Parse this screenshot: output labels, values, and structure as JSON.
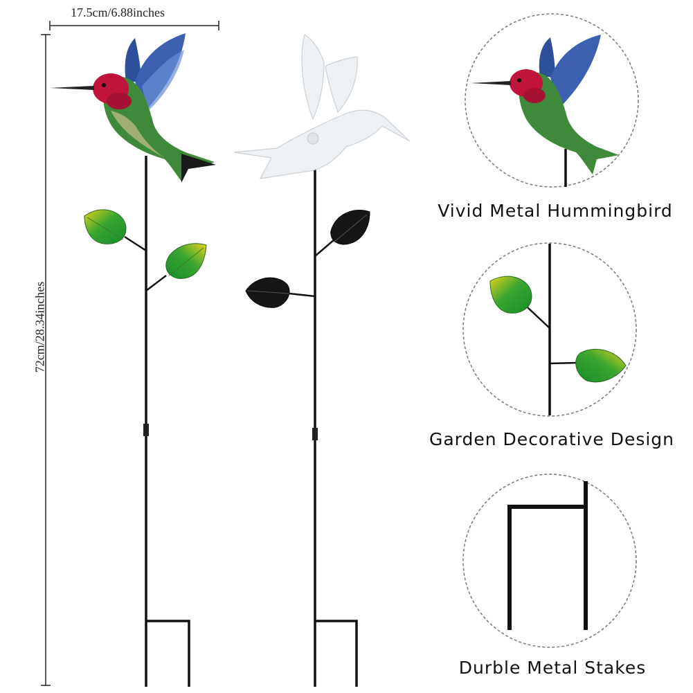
{
  "dimensions": {
    "width_label": "17.5cm/6.88inches",
    "height_label": "72cm/28.34inches"
  },
  "features": [
    {
      "caption": "Vivid Metal Hummingbird",
      "icon": "hummingbird-closeup"
    },
    {
      "caption": "Garden Decorative Design",
      "icon": "leaves-closeup"
    },
    {
      "caption": "Durble Metal Stakes",
      "icon": "stake-closeup"
    }
  ],
  "colors": {
    "stake": "#111111",
    "leaf_green": "#1f9a2a",
    "leaf_yellow": "#e6d21a",
    "bird_red": "#c0143c",
    "bird_blue": "#2e4f9a",
    "bird_green": "#3f8a3a"
  }
}
